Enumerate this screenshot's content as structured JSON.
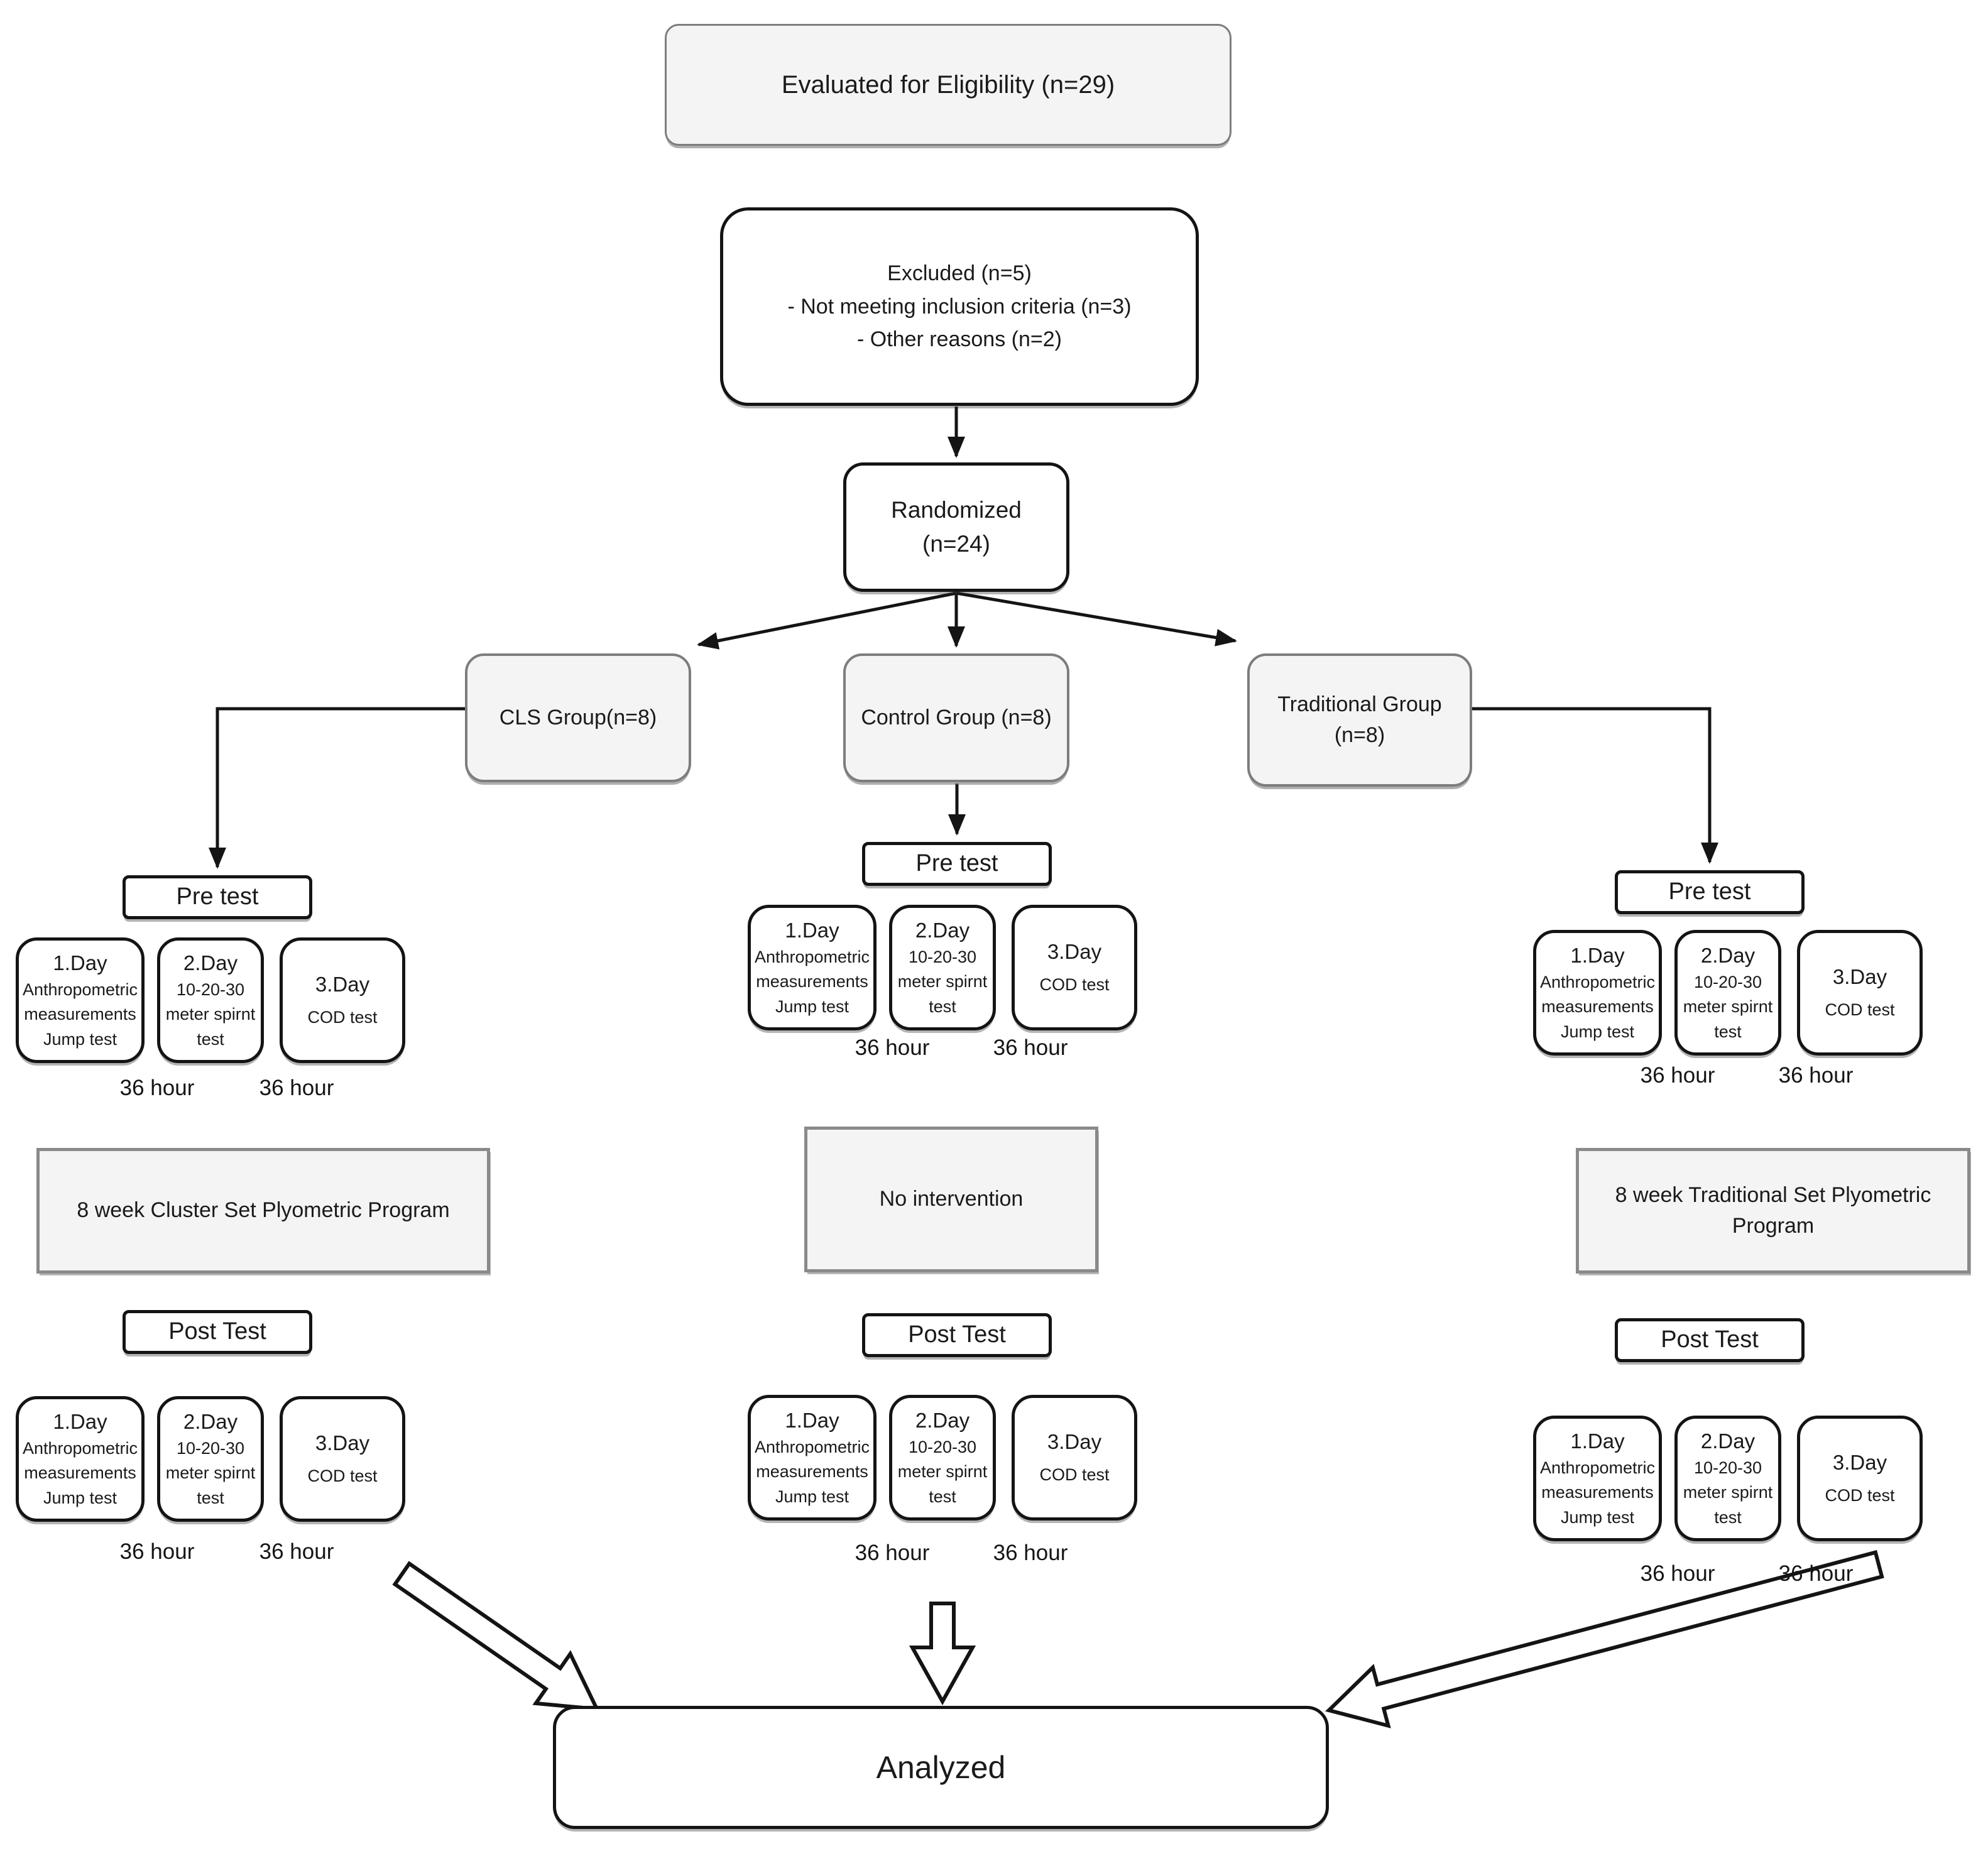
{
  "diagram": {
    "evaluated": {
      "label": "Evaluated for Eligibility (n=29)"
    },
    "excluded": {
      "lines": [
        "Excluded (n=5)",
        "- Not meeting inclusion criteria (n=3)",
        "- Other reasons (n=2)"
      ]
    },
    "randomized": {
      "lines": [
        "Randomized",
        "(n=24)"
      ]
    },
    "groups": [
      {
        "label": "CLS Group(n=8)"
      },
      {
        "label": "Control Group (n=8)"
      },
      {
        "label": "Traditional Group (n=8)"
      }
    ],
    "pretest_label": "Pre test",
    "posttest_label": "Post Test",
    "hour_label": "36 hour",
    "day_boxes": [
      {
        "lines": [
          "1.Day",
          "Anthropometric",
          "measurements",
          "Jump test"
        ]
      },
      {
        "lines": [
          "2.Day",
          "10-20-30",
          "meter spirnt",
          "test"
        ]
      },
      {
        "lines": [
          "3.Day",
          "COD test"
        ]
      }
    ],
    "interventions": [
      {
        "label": "8 week Cluster Set Plyometric Program"
      },
      {
        "label": "No intervention"
      },
      {
        "label": "8 week Traditional Set Plyometric Program"
      }
    ],
    "analyzed": {
      "label": "Analyzed"
    },
    "colors": {
      "box_fill_gray": "#f4f4f4",
      "border_gray": "#7d7d7d",
      "border_dark": "#141414",
      "background": "#ffffff",
      "text": "#1a1a1a"
    }
  }
}
